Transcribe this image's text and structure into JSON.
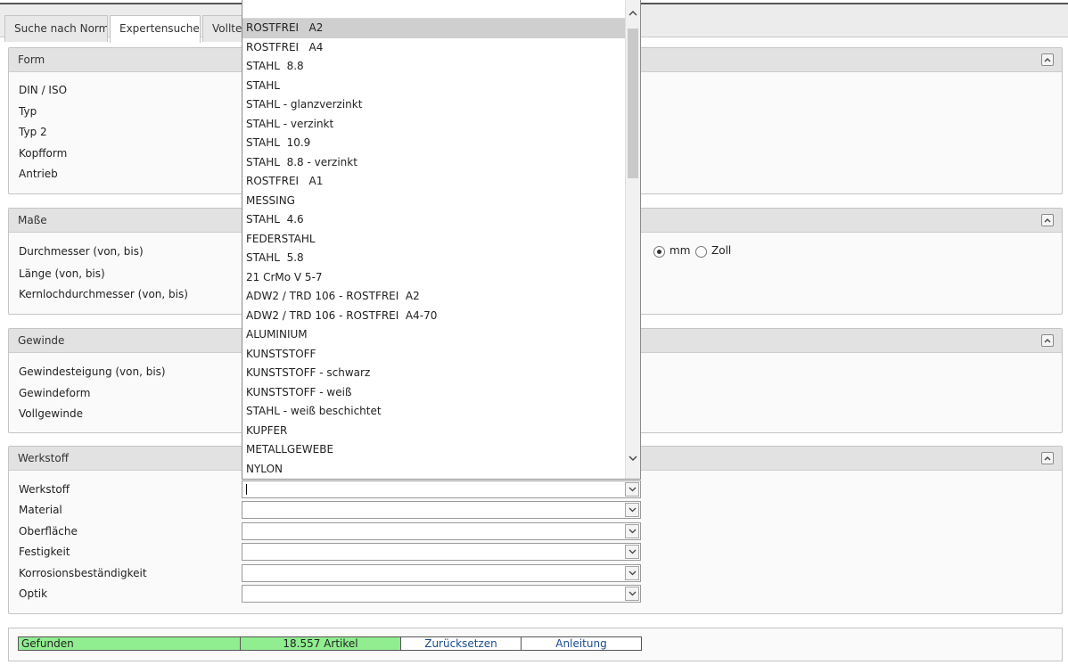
{
  "tabs": [
    {
      "label": "Suche nach Norm"
    },
    {
      "label": "Expertensuche"
    },
    {
      "label": "Volltextsuche"
    }
  ],
  "panels": {
    "form": {
      "title": "Form",
      "labels": [
        "DIN / ISO",
        "Typ",
        "Typ 2",
        "Kopfform",
        "Antrieb"
      ]
    },
    "masse": {
      "title": "Maße",
      "labels": [
        "Durchmesser (von, bis)",
        "Länge (von, bis)",
        "Kernlochdurchmesser (von, bis)"
      ]
    },
    "gewinde": {
      "title": "Gewinde",
      "labels": [
        "Gewindesteigung (von, bis)",
        "Gewindeform",
        "Vollgewinde"
      ]
    },
    "werkstoff": {
      "title": "Werkstoff",
      "labels": [
        "Werkstoff",
        "Material",
        "Oberfläche",
        "Festigkeit",
        "Korrosionsbeständigkeit",
        "Optik"
      ]
    }
  },
  "units": {
    "mm": "mm",
    "zoll": "Zoll",
    "selected": "mm"
  },
  "dropdown": {
    "items": [
      "ROSTFREI   A2",
      "ROSTFREI   A4",
      "STAHL  8.8",
      "STAHL",
      "STAHL - glanzverzinkt",
      "STAHL - verzinkt",
      "STAHL  10.9",
      "STAHL  8.8 - verzinkt",
      "ROSTFREI   A1",
      "MESSING",
      "STAHL  4.6",
      "FEDERSTAHL",
      "STAHL  5.8",
      "21 CrMo V 5-7",
      "ADW2 / TRD 106 - ROSTFREI  A2",
      "ADW2 / TRD 106 - ROSTFREI  A4-70",
      "ALUMINIUM",
      "KUNSTSTOFF",
      "KUNSTSTOFF - schwarz",
      "KUNSTSTOFF - weiß",
      "STAHL - weiß beschichtet",
      "KUPFER",
      "METALLGEWEBE",
      "NYLON"
    ],
    "selected_index": 0
  },
  "footer": {
    "found_label": "Gefunden",
    "count": "18.557 Artikel",
    "reset": "Zurücksetzen",
    "manual": "Anleitung"
  },
  "colors": {
    "found_bg": "#90ee90",
    "link": "#1a4b8c"
  }
}
